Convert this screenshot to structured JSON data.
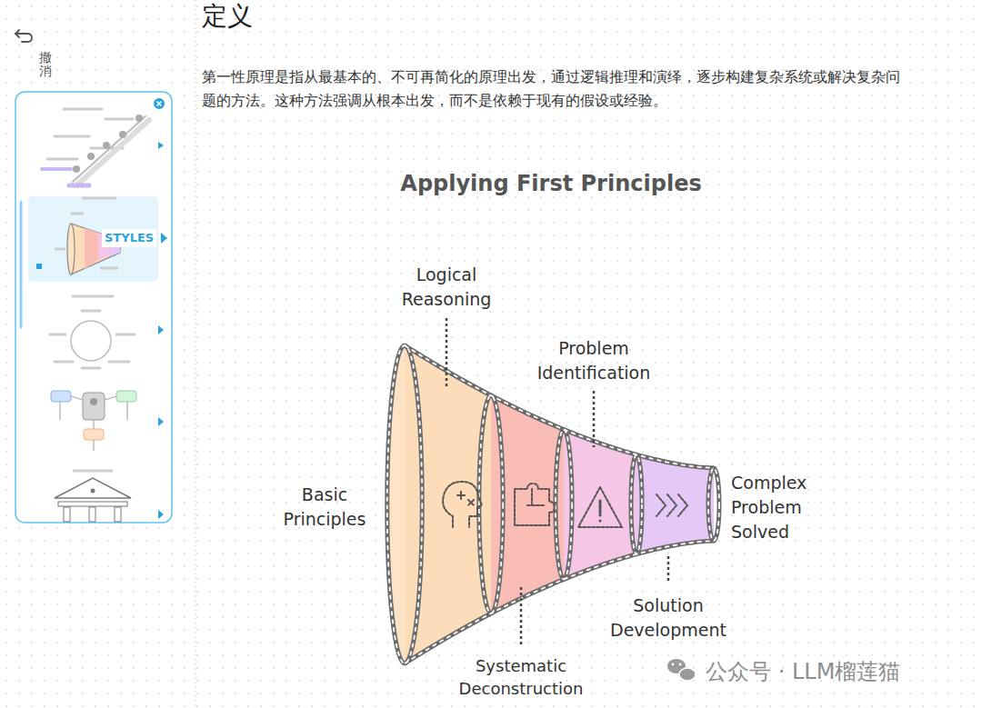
{
  "diagram": {
    "title": "Applying First Principles",
    "labels": [
      "撤消",
      "STYLES",
      "定义",
      "第一性原理是指从最基本的、不可再简化的原理出发，通过逻辑推理和演绎，逐步构建复杂系统或解决复杂问题的方法。这种方法强调从根本出发，而不是依赖于现有的假设或经验。",
      "Logical Reasoning",
      "Problem Identification",
      "Basic Principles",
      "Complex Problem Solved",
      "Solution Development",
      "Systematic Deconstruction",
      "公众号 · LLM榴莲猫"
    ]
  }
}
